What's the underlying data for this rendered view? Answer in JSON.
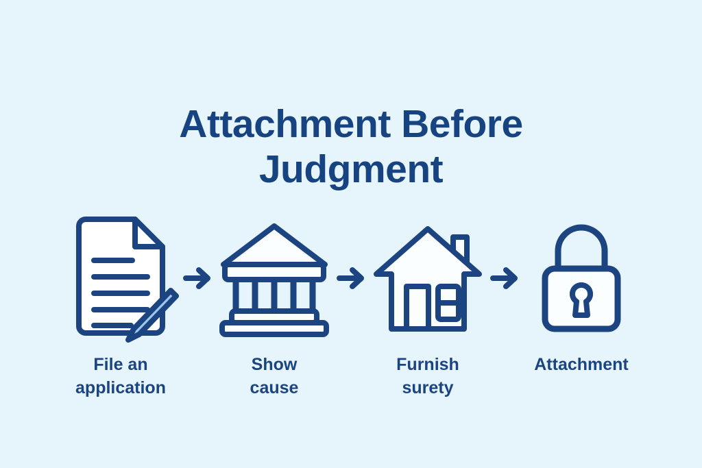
{
  "page": {
    "background_color": "#e6f5fc",
    "accent_color": "#1b4480",
    "pen_fill_color": "#9cc6ec",
    "icon_fill_color": "#fbfeff"
  },
  "header": {
    "title": "Attachment Before Judgment"
  },
  "flow": {
    "steps": [
      {
        "index": "1",
        "icon": "document-pen-icon",
        "label": "File an\napplication"
      },
      {
        "index": "2",
        "icon": "courthouse-icon",
        "label": "Show\ncause"
      },
      {
        "index": "3",
        "icon": "house-icon",
        "label": "Furnish\nsurety"
      },
      {
        "index": "4",
        "icon": "padlock-icon",
        "label": "Attachment"
      }
    ],
    "arrows": [
      {
        "name": "arrow-right-1"
      },
      {
        "name": "arrow-right-2"
      },
      {
        "name": "arrow-right-3"
      }
    ]
  }
}
